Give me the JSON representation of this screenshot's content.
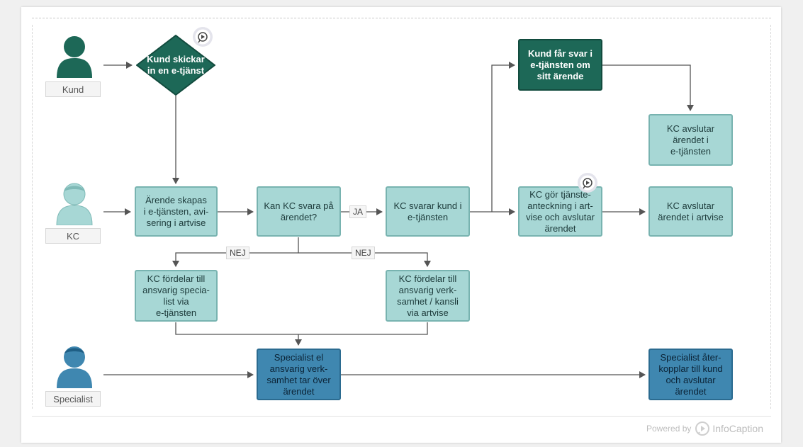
{
  "roles": {
    "kund": {
      "label": "Kund",
      "color": "#1d6857"
    },
    "kc": {
      "label": "KC",
      "color": "#a7d7d5"
    },
    "specialist": {
      "label": "Specialist",
      "color": "#3f87b0"
    }
  },
  "nodes": {
    "start": "Kund skickar\nin en e-tjänst",
    "create_case": "Ärende skapas\ni e-tjänsten, avi-\nsering i artvise",
    "decision": "Kan KC svara på\närendet?",
    "kc_answer": "KC svarar kund i\ne-tjänsten",
    "kc_note": "KC gör tjänste-\nanteckning i art-\nvise och avslutar\närendet",
    "kc_close_artvise": "KC avslutar\närendet i artvise",
    "customer_answer": "Kund får svar i\ne-tjänsten om\nsitt ärende",
    "kc_close_etj": "KC avslutar\närendet i\ne-tjänsten",
    "assign_specialist": "KC fördelar till\nansvarig specia-\nlist via\ne-tjänsten",
    "assign_unit": "KC fördelar till\nansvarig verk-\nsamhet / kansli\nvia artvise",
    "specialist_takes": "Specialist el\nansvarig verk-\nsamhet tar över\närendet",
    "specialist_reply": "Specialist åter-\nkopplar till kund\noch avslutar\närendet"
  },
  "edge_labels": {
    "yes": "JA",
    "no_left": "NEJ",
    "no_right": "NEJ"
  },
  "footer": {
    "powered_by": "Powered by",
    "brand": "InfoCaption"
  },
  "icons": {
    "hotspot": "hotspot-marker-icon",
    "person": "person-icon",
    "logo": "infocaption-logo-icon"
  },
  "colors": {
    "dark_green": "#1d6857",
    "light_teal": "#a7d7d5",
    "blue": "#3f87b0",
    "arrow": "#555555"
  }
}
